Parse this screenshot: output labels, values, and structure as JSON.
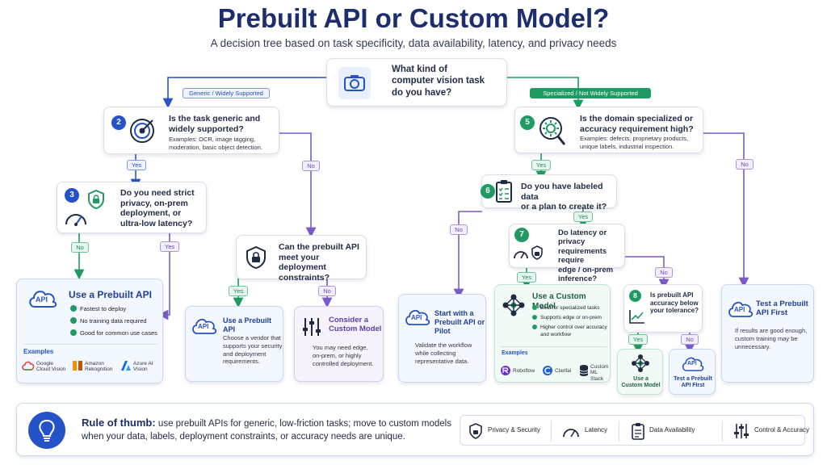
{
  "header": {
    "title": "Prebuilt API or Custom Model?",
    "subtitle": "A decision tree based on task specificity, data availability, latency, and privacy needs"
  },
  "root": {
    "question": [
      "What kind of",
      "computer vision task",
      "do you have?"
    ]
  },
  "branches": {
    "left_label": "Generic / Widely Supported",
    "right_label": "Specialized / Not Widely Supported"
  },
  "nodes": {
    "n2": {
      "number": "2",
      "question": [
        "Is the task generic and",
        "widely supported?"
      ],
      "examples": [
        "Examples: OCR, image tagging,",
        "moderation, basic object detection."
      ]
    },
    "n3": {
      "number": "3",
      "question": [
        "Do you need strict",
        "privacy, on-prem",
        "deployment, or",
        "ultra-low latency?"
      ]
    },
    "n4": {
      "question": [
        "Can the prebuilt API",
        "meet your deployment",
        "constraints?"
      ]
    },
    "n5": {
      "number": "5",
      "question": [
        "Is the domain specialized or",
        "accuracy requirement high?"
      ],
      "examples": [
        "Examples: defects, proprietary products,",
        "unique labels, industrial inspection."
      ]
    },
    "n6": {
      "number": "6",
      "question": [
        "Do you have labeled data",
        "or a plan to create it?"
      ]
    },
    "n7": {
      "number": "7",
      "question": [
        "Do latency or privacy",
        "requirements require",
        "edge / on-prem",
        "inference?"
      ]
    },
    "n8": {
      "number": "8",
      "question": [
        "Is prebuilt API",
        "accuracy below",
        "your tolerance?"
      ]
    }
  },
  "edges": {
    "yes": "Yes",
    "no": "No"
  },
  "outcomes": {
    "prebuilt_main": {
      "icon_text": "API",
      "title": "Use a Prebuilt API",
      "bullets": [
        "Fastest to deploy",
        "No training data required",
        "Good for common use cases"
      ],
      "examples_heading": "Examples",
      "examples": [
        {
          "icon": "google-cloud-vision-logo",
          "label": [
            "Google",
            "Cloud Vision"
          ]
        },
        {
          "icon": "amazon-rekognition-logo",
          "label": [
            "Amazon",
            "Rekognition"
          ]
        },
        {
          "icon": "azure-ai-vision-logo",
          "label": [
            "Azure AI",
            "Vision"
          ]
        }
      ]
    },
    "prebuilt_vendor": {
      "icon_text": "API",
      "title": "Use a Prebuilt API",
      "body": [
        "Choose a vendor that",
        "supports your security",
        "and deployment",
        "requirements."
      ]
    },
    "consider_custom": {
      "title": [
        "Consider a",
        "Custom Model"
      ],
      "body": [
        "You may need edge,",
        "on-prem, or highly",
        "controlled deployment."
      ]
    },
    "pilot": {
      "icon_text": "API",
      "title": [
        "Start with a",
        "Prebuilt API or",
        "Pilot"
      ],
      "body": [
        "Validate the workflow",
        "while collecting",
        "representative data."
      ]
    },
    "custom_main": {
      "title": "Use a Custom Model",
      "bullets": [
        "Best for specialized tasks",
        "Supports edge or on-prem",
        "Higher control over accuracy",
        "and workflow"
      ],
      "examples_heading": "Examples",
      "examples": [
        {
          "icon": "roboflow-logo",
          "label": [
            "Roboflow"
          ]
        },
        {
          "icon": "clarifai-logo",
          "label": [
            "Clarifai"
          ]
        },
        {
          "icon": "custom-ml-stack-icon",
          "label": [
            "Custom",
            "ML Stack"
          ]
        }
      ]
    },
    "custom_small": {
      "title": [
        "Use a",
        "Custom Model"
      ]
    },
    "prebuilt_first_small": {
      "icon_text": "API",
      "title": [
        "Test a Prebuilt",
        "API First"
      ]
    },
    "prebuilt_first_right": {
      "icon_text": "API",
      "title": [
        "Test a Prebuilt",
        "API First"
      ],
      "body": [
        "If results are good enough,",
        "custom training may be",
        "unnecessary."
      ]
    }
  },
  "footer": {
    "rule_label": "Rule of thumb:",
    "rule_text_1": "use prebuilt APIs for generic, low-friction tasks; move to custom models",
    "rule_text_2": "when your data, labels, deployment constraints, or accuracy needs are unique.",
    "legend": [
      {
        "icon": "lock-icon",
        "label": "Privacy & Security"
      },
      {
        "icon": "gauge-icon",
        "label": "Latency"
      },
      {
        "icon": "clipboard-icon",
        "label": "Data Availability"
      },
      {
        "icon": "sliders-icon",
        "label": "Control & Accuracy"
      }
    ]
  },
  "colors": {
    "blue": "#2453c8",
    "green": "#1f9a63",
    "purple": "#7a5cc8",
    "navy": "#1c2e6e"
  }
}
